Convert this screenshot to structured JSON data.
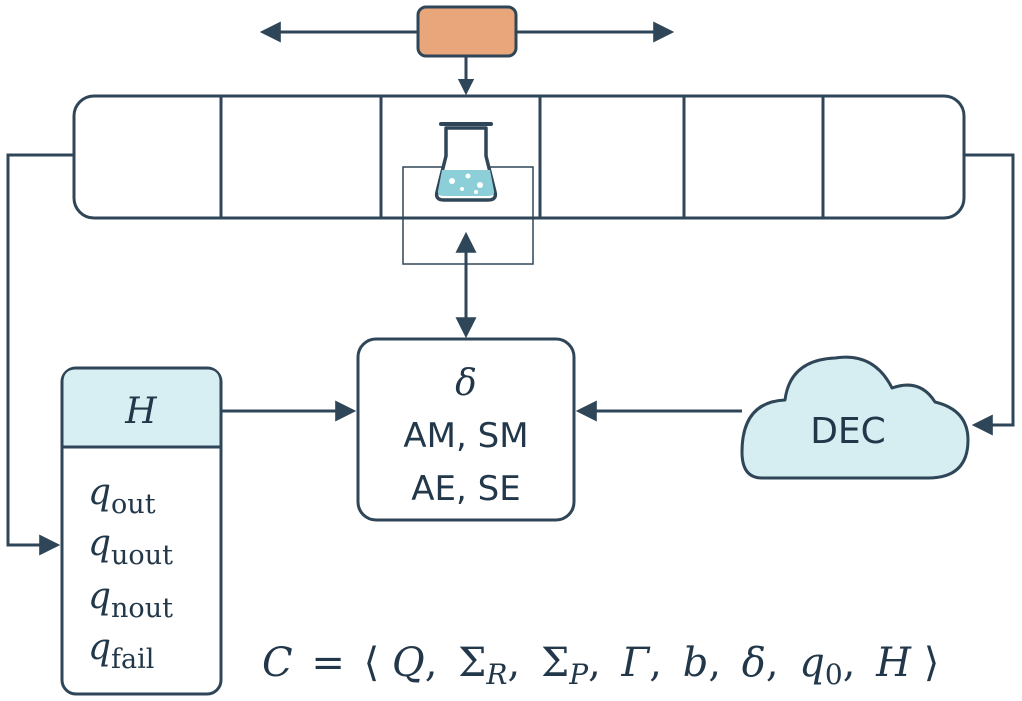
{
  "colors": {
    "stroke": "#2f4658",
    "head_fill": "#e8a67a",
    "cloud_fill": "#d6edf2",
    "panel_head_fill": "#d7eef3",
    "flask_liquid": "#8ccfd9"
  },
  "icons": {
    "head": "tape-head-rectangle",
    "flask": "flask-icon",
    "cloud": "cloud-icon"
  },
  "tape": {
    "cells": 6
  },
  "delta_box": {
    "symbol": "δ",
    "line1": "AM, SM",
    "line2": "AE, SE"
  },
  "history_box": {
    "title": "H",
    "states": [
      {
        "base": "q",
        "sub": "out"
      },
      {
        "base": "q",
        "sub": "uout"
      },
      {
        "base": "q",
        "sub": "nout"
      },
      {
        "base": "q",
        "sub": "fail"
      }
    ]
  },
  "cloud": {
    "label": "DEC"
  },
  "formula": {
    "lhs": "C",
    "eq": "=",
    "open": "⟨",
    "items": [
      {
        "base": "Q",
        "sub": ""
      },
      {
        "base": "Σ",
        "sub": "R"
      },
      {
        "base": "Σ",
        "sub": "P"
      },
      {
        "base": "Γ",
        "sub": ""
      },
      {
        "base": "b",
        "sub": ""
      },
      {
        "base": "δ",
        "sub": ""
      },
      {
        "base": "q",
        "sub": "0"
      },
      {
        "base": "H",
        "sub": ""
      }
    ],
    "close": "⟩"
  }
}
